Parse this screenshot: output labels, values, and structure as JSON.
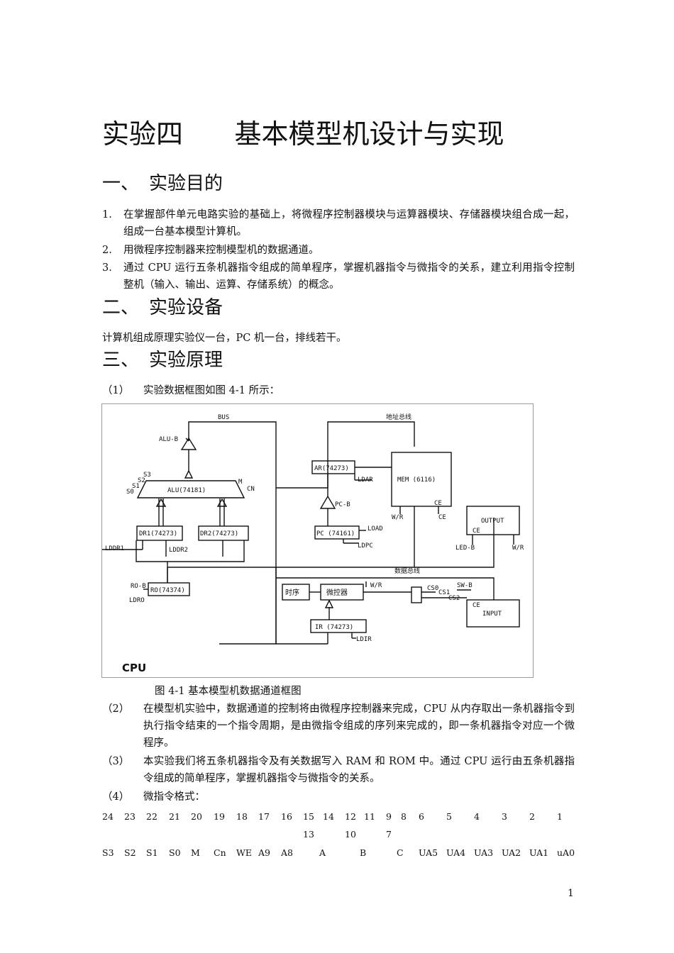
{
  "title": "实验四      基本模型机设计与实现",
  "sections": [
    {
      "num": "一、",
      "heading": "实验目的"
    },
    {
      "num": "二、",
      "heading": "实验设备"
    },
    {
      "num": "三、",
      "heading": "实验原理"
    }
  ],
  "objectives": [
    {
      "num": "1.",
      "text": "在掌握部件单元电路实验的基础上，将微程序控制器模块与运算器模块、存储器模块组合成一起，组成一台基本模型计算机。"
    },
    {
      "num": "2.",
      "text": "用微程序控制器来控制模型机的数据通道。"
    },
    {
      "num": "3.",
      "text": "通过 CPU 运行五条机器指令组成的简单程序，掌握机器指令与微指令的关系，建立利用指令控制整机（输入、输出、运算、存储系统）的概念。"
    }
  ],
  "equipment": "计算机组成原理实验仪一台，PC 机一台，排线若干。",
  "principle_items": [
    {
      "num": "（1）",
      "text": "实验数据框图如图 4-1 所示："
    },
    {
      "num": "（2）",
      "text": "在模型机实验中，数据通道的控制将由微程序控制器来完成，CPU 从内存取出一条机器指令到执行指令结束的一个指令周期，是由微指令组成的序列来完成的，即一条机器指令对应一个微程序。"
    },
    {
      "num": "（3）",
      "text": "本实验我们将五条机器指令及有关数据写入 RAM 和 ROM 中。通过 CPU 运行由五条机器指令组成的简单程序，掌握机器指令与微指令的关系。"
    },
    {
      "num": "（4）",
      "text": "微指令格式："
    }
  ],
  "figure": {
    "caption": "图 4-1 基本模型机数据通道框图",
    "labels": {
      "bus": "BUS",
      "addr_bus": "地址总线",
      "data_bus": "数据总线",
      "alu_b": "ALU-B",
      "alu": "ALU(74181)",
      "s3": "S3",
      "s2": "S2",
      "s1": "S1",
      "s0": "S0",
      "m": "M",
      "cn": "CN",
      "dr1": "DR1(74273)",
      "dr2": "DR2(74273)",
      "lddr1": "LDDR1",
      "lddr2": "LDDR2",
      "ro": "RO(74374)",
      "ro_b": "RO-B",
      "ldro": "LDRO",
      "ar": "AR(74273)",
      "ldar": "LDAR",
      "mem": "MEM (6116)",
      "wr": "W/R",
      "ce": "CE",
      "pc_b": "PC-B",
      "pc": "PC (74161)",
      "load": "LOAD",
      "ldpc": "LDPC",
      "output": "OUTPUT",
      "led_b": "LED-B",
      "timing": "时序",
      "controller": "微控器",
      "cs0": "CS0",
      "cs1": "CS1",
      "cs2": "CS2",
      "sw_b": "SW-B",
      "input": "INPUT",
      "ir": "IR (74273)",
      "ldir": "LDIR",
      "cpu": "CPU"
    }
  },
  "micro_format": {
    "row1": [
      "24",
      "23",
      "22",
      "21",
      "20",
      "19",
      "18",
      "17",
      "16",
      "15",
      "14",
      "12",
      "11",
      "9",
      "8",
      "6",
      "5",
      "4",
      "3",
      "2",
      "1"
    ],
    "row2": [
      "13",
      "10",
      "7"
    ],
    "row3": [
      "S3",
      "S2",
      "S1",
      "S0",
      "M",
      "Cn",
      "WE",
      "A9",
      "A8",
      "A",
      "B",
      "C",
      "UA5",
      "UA4",
      "UA3",
      "UA2",
      "UA1",
      "uA0"
    ]
  },
  "page_number": "1"
}
